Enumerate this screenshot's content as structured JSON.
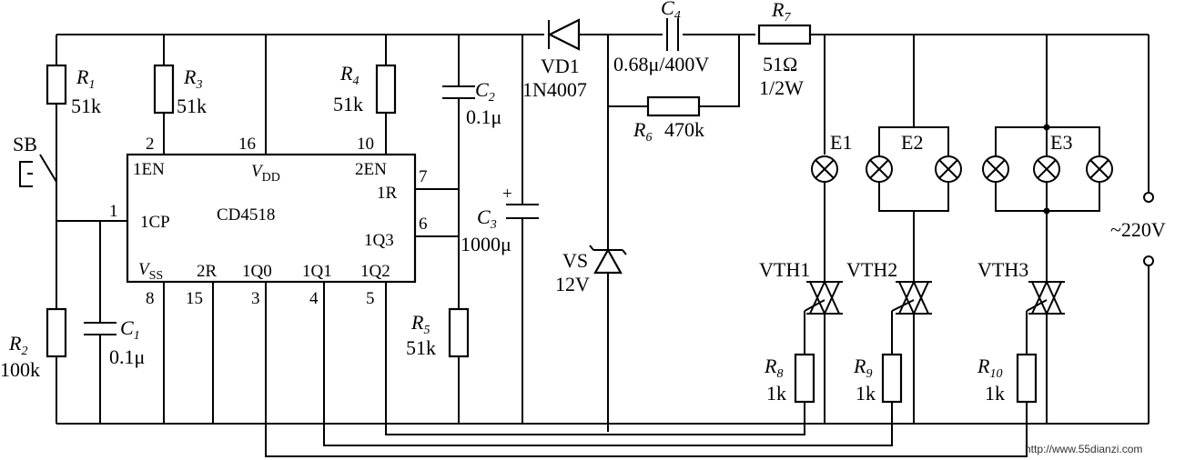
{
  "components": {
    "R1": {
      "name": "R",
      "sub": "1",
      "value": "51k"
    },
    "R2": {
      "name": "R",
      "sub": "2",
      "value": "100k"
    },
    "R3": {
      "name": "R",
      "sub": "3",
      "value": "51k"
    },
    "R4": {
      "name": "R",
      "sub": "4",
      "value": "51k"
    },
    "R5": {
      "name": "R",
      "sub": "5",
      "value": "51k"
    },
    "R6": {
      "name": "R",
      "sub": "6",
      "value": "470k"
    },
    "R7": {
      "name": "R",
      "sub": "7",
      "value": "51Ω",
      "power": "1/2W"
    },
    "R8": {
      "name": "R",
      "sub": "8",
      "value": "1k"
    },
    "R9": {
      "name": "R",
      "sub": "9",
      "value": "1k"
    },
    "R10": {
      "name": "R",
      "sub": "10",
      "value": "1k"
    },
    "C1": {
      "name": "C",
      "sub": "1",
      "value": "0.1μ"
    },
    "C2": {
      "name": "C",
      "sub": "2",
      "value": "0.1μ"
    },
    "C3": {
      "name": "C",
      "sub": "3",
      "value": "1000μ",
      "polarity": "+"
    },
    "C4": {
      "name": "C",
      "sub": "4",
      "value": "0.68μ/400V"
    },
    "SB": {
      "label": "SB"
    },
    "VD1": {
      "label": "VD1",
      "part": "1N4007"
    },
    "VS": {
      "label": "VS",
      "value": "12V"
    },
    "VTH1": {
      "label": "VTH1"
    },
    "VTH2": {
      "label": "VTH2"
    },
    "VTH3": {
      "label": "VTH3"
    },
    "E1": {
      "label": "E1"
    },
    "E2": {
      "label": "E2"
    },
    "E3": {
      "label": "E3"
    },
    "mains": {
      "label": "~220V"
    }
  },
  "ic": {
    "name": "CD4518",
    "pins_inside": {
      "en1": "1EN",
      "cp1": "1CP",
      "vdd": "V",
      "vdd_sub": "DD",
      "en2": "2EN",
      "r1": "1R",
      "q3": "1Q3",
      "vss": "V",
      "vss_sub": "SS",
      "r2": "2R",
      "q0": "1Q0",
      "q1": "1Q1",
      "q2": "1Q2"
    },
    "pin_numbers": {
      "p2": "2",
      "p16": "16",
      "p10": "10",
      "p7": "7",
      "p1": "1",
      "p6": "6",
      "p8": "8",
      "p15": "15",
      "p3": "3",
      "p4": "4",
      "p5": "5"
    }
  },
  "watermark": "http://www.55dianzi.com"
}
